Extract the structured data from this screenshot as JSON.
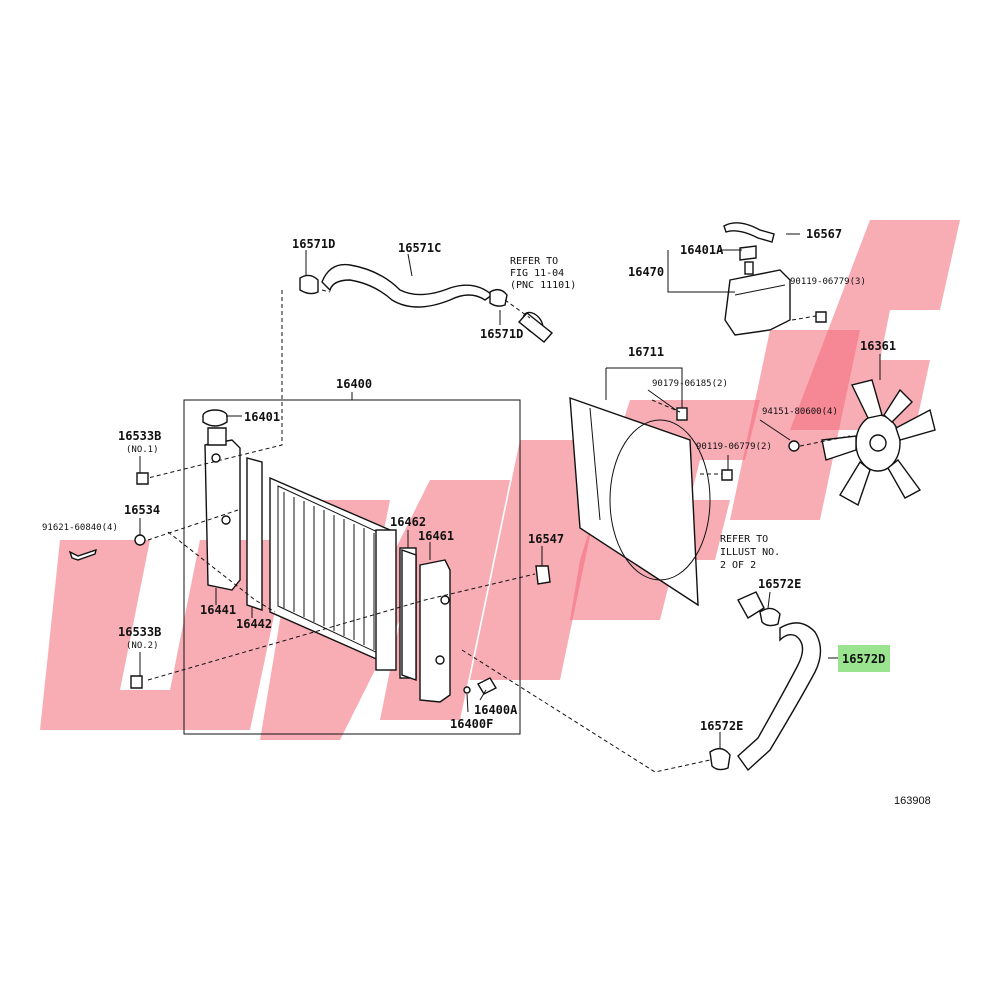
{
  "labels": {
    "p16400": "16400",
    "p16401": "16401",
    "p16401A": "16401A",
    "p16470": "16470",
    "p16567": "16567",
    "p16571D_a": "16571D",
    "p16571C": "16571C",
    "p16571D_b": "16571D",
    "p16533B_1": "16533B",
    "p16533B_2": "16533B",
    "p16534": "16534",
    "p91621": "91621-60840(4)",
    "p16441": "16441",
    "p16442": "16442",
    "p16462": "16462",
    "p16461": "16461",
    "p16547": "16547",
    "p16400A": "16400A",
    "p16400F": "16400F",
    "p16711": "16711",
    "p90179": "90179-06185(2)",
    "p90119_a": "90119-06779(3)",
    "p90119_b": "90119-06779(2)",
    "p94151": "94151-80600(4)",
    "p16361": "16361",
    "p16572E_a": "16572E",
    "p16572E_b": "16572E",
    "p16572D": "16572D"
  },
  "sublabels": {
    "no1": "(NO.1)",
    "no2": "(NO.2)"
  },
  "notes": {
    "refer_fig_1": "REFER TO",
    "refer_fig_2": "FIG 11-04",
    "refer_fig_3": "(PNC 11101)",
    "refer_illust_1": "REFER TO",
    "refer_illust_2": "ILLUST NO.",
    "refer_illust_3": "2 OF 2"
  },
  "diagram_id": "163908",
  "watermark_text": "UNIQUE",
  "highlighted_part": "16572D",
  "colors": {
    "watermark": "#f36a78",
    "highlight": "#9be48f",
    "line": "#111111"
  }
}
